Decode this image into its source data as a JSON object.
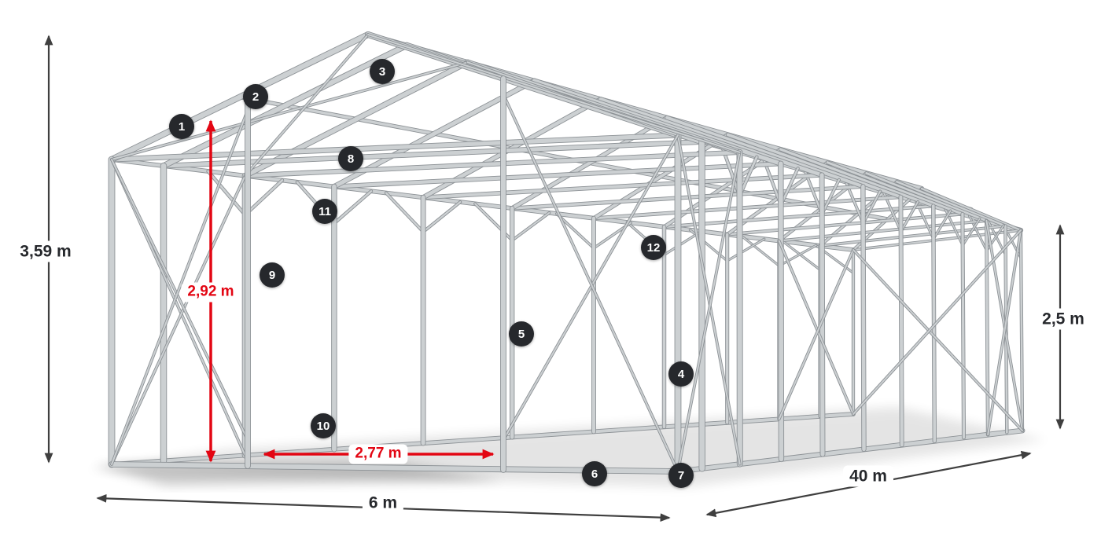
{
  "diagram": {
    "badges": [
      {
        "label": "1"
      },
      {
        "label": "2"
      },
      {
        "label": "3"
      },
      {
        "label": "4"
      },
      {
        "label": "5"
      },
      {
        "label": "6"
      },
      {
        "label": "7"
      },
      {
        "label": "8"
      },
      {
        "label": "9"
      },
      {
        "label": "10"
      },
      {
        "label": "11"
      },
      {
        "label": "12"
      }
    ],
    "dimensions": {
      "total_height": "3,59 m",
      "inner_height": "2,92 m",
      "side_height": "2,5 m",
      "door_width": "2,77 m",
      "width": "6 m",
      "length": "40 m"
    },
    "colors": {
      "frame": "#ccd0d2",
      "frame_dark": "#8d9296",
      "badge_bg": "#26282c",
      "badge_text": "#ffffff",
      "dimension_dark": "#3f3f3f",
      "accent_red": "#e30613",
      "label_text": "#26282c"
    }
  }
}
